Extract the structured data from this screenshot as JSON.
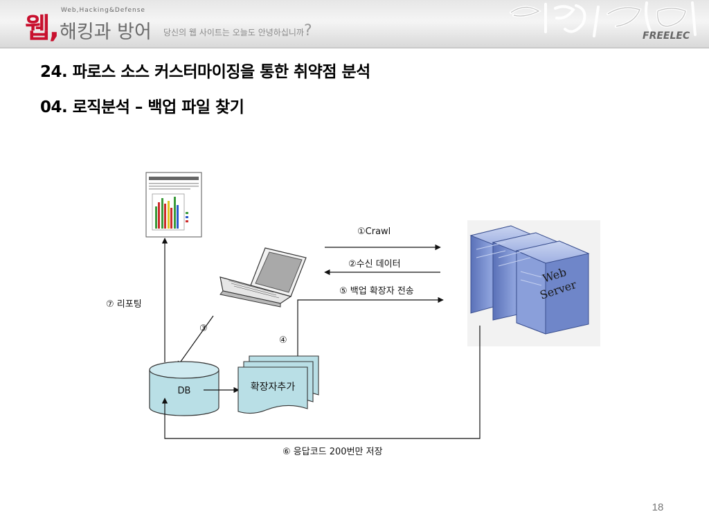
{
  "header": {
    "logo_mark": "웹,",
    "logo_sub": "Web,Hacking&Defense",
    "logo_kr": "해킹과 방어",
    "tagline": "당신의 웹 사이트는 오늘도 안녕하십니까",
    "tagline_mark": "?",
    "brand": "FREELEC"
  },
  "slide": {
    "title": "24. 파로스 소스 커스터마이징을 통한 취약점 분석",
    "subtitle": "04. 로직분석 – 백업 파일 찾기",
    "page_number": "18"
  },
  "diagram": {
    "arrows": {
      "crawl": "①Crawl",
      "receive": "②수신 데이터",
      "send_ext": "⑤ 백업 확장자 전송",
      "to_db": "③",
      "ext_step": "④",
      "save_200": "⑥ 응답코드 200번만 저장",
      "report": "⑦ 리포팅"
    },
    "nodes": {
      "db": "DB",
      "ext_docs": "확장자추가",
      "server_line1": "Web",
      "server_line2": "Server"
    },
    "colors": {
      "server_blue": "#6f86c9",
      "db_fill": "#b9dfe6",
      "doc_fill": "#b9dfe6",
      "brand_red": "#c8102e"
    }
  }
}
